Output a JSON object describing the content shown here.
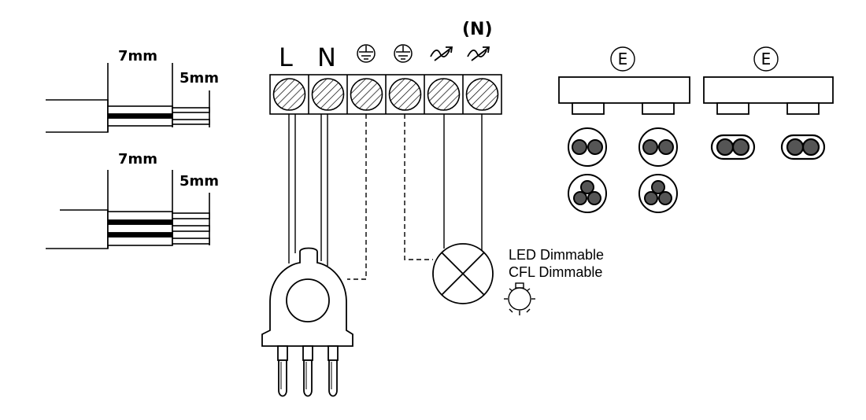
{
  "strip_labels": {
    "top": {
      "long": "7mm",
      "short": "5mm"
    },
    "bottom": {
      "long": "7mm",
      "short": "5mm"
    }
  },
  "terminals": {
    "optional_label": "(N)",
    "t1": "L",
    "t2": "N",
    "t3_icon": "earth-icon",
    "t4_icon": "earth-icon",
    "t5_icon": "dimmer-icon",
    "t6_icon": "dimmer-icon"
  },
  "lamp": {
    "line1": "LED Dimmable",
    "line2": "CFL Dimmable"
  },
  "boxes": {
    "left": {
      "label": "E"
    },
    "right": {
      "label": "E"
    }
  },
  "colors": {
    "stroke": "#000000",
    "conductor_fill": "#555555"
  }
}
